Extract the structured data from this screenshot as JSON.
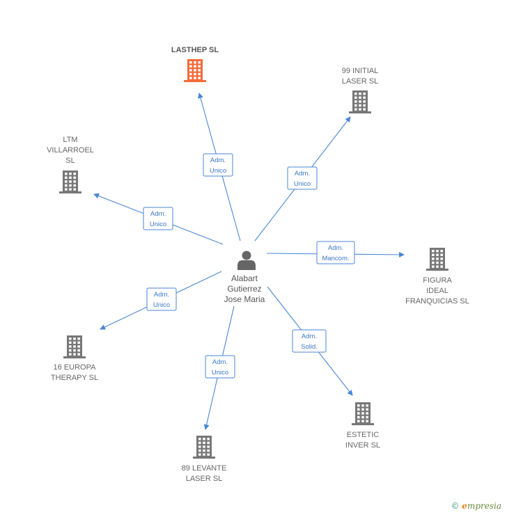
{
  "center": {
    "name_lines": [
      "Alabart",
      "Gutierrez",
      "Jose Maria"
    ],
    "icon": "person-icon",
    "color": "#666666"
  },
  "companies": [
    {
      "id": "lasthep",
      "lines": [
        "LASTHEP  SL"
      ],
      "highlight": true,
      "color": "#f26b3a",
      "icon": "building-icon"
    },
    {
      "id": "99-initial",
      "lines": [
        "99 INITIAL",
        "LASER  SL"
      ],
      "highlight": false,
      "color": "#777777",
      "icon": "building-icon"
    },
    {
      "id": "ltm-villarroel",
      "lines": [
        "LTM",
        "VILLARROEL",
        "SL"
      ],
      "highlight": false,
      "color": "#777777",
      "icon": "building-icon"
    },
    {
      "id": "figura-ideal",
      "lines": [
        "FIGURA",
        "IDEAL",
        "FRANQUICIAS SL"
      ],
      "highlight": false,
      "color": "#777777",
      "icon": "building-icon"
    },
    {
      "id": "16-europa",
      "lines": [
        "16 EUROPA",
        "THERAPY  SL"
      ],
      "highlight": false,
      "color": "#777777",
      "icon": "building-icon"
    },
    {
      "id": "estetic-inver",
      "lines": [
        "ESTETIC",
        "INVER SL"
      ],
      "highlight": false,
      "color": "#777777",
      "icon": "building-icon"
    },
    {
      "id": "89-levante",
      "lines": [
        "89 LEVANTE",
        "LASER  SL"
      ],
      "highlight": false,
      "color": "#777777",
      "icon": "building-icon"
    }
  ],
  "edges": [
    {
      "to": "lasthep",
      "role_lines": [
        "Adm.",
        "Unico"
      ]
    },
    {
      "to": "99-initial",
      "role_lines": [
        "Adm.",
        "Unico"
      ]
    },
    {
      "to": "ltm-villarroel",
      "role_lines": [
        "Adm.",
        "Unico"
      ]
    },
    {
      "to": "figura-ideal",
      "role_lines": [
        "Adm.",
        "Mancom."
      ]
    },
    {
      "to": "16-europa",
      "role_lines": [
        "Adm.",
        "Unico"
      ]
    },
    {
      "to": "estetic-inver",
      "role_lines": [
        "Adm.",
        "Solid."
      ]
    },
    {
      "to": "89-levante",
      "role_lines": [
        "Adm.",
        "Unico"
      ]
    }
  ],
  "colors": {
    "edge": "#4a86d4",
    "edge_text": "#3a78c8"
  },
  "brand": {
    "copyright": "©",
    "initial": "e",
    "rest": "mpresia"
  }
}
